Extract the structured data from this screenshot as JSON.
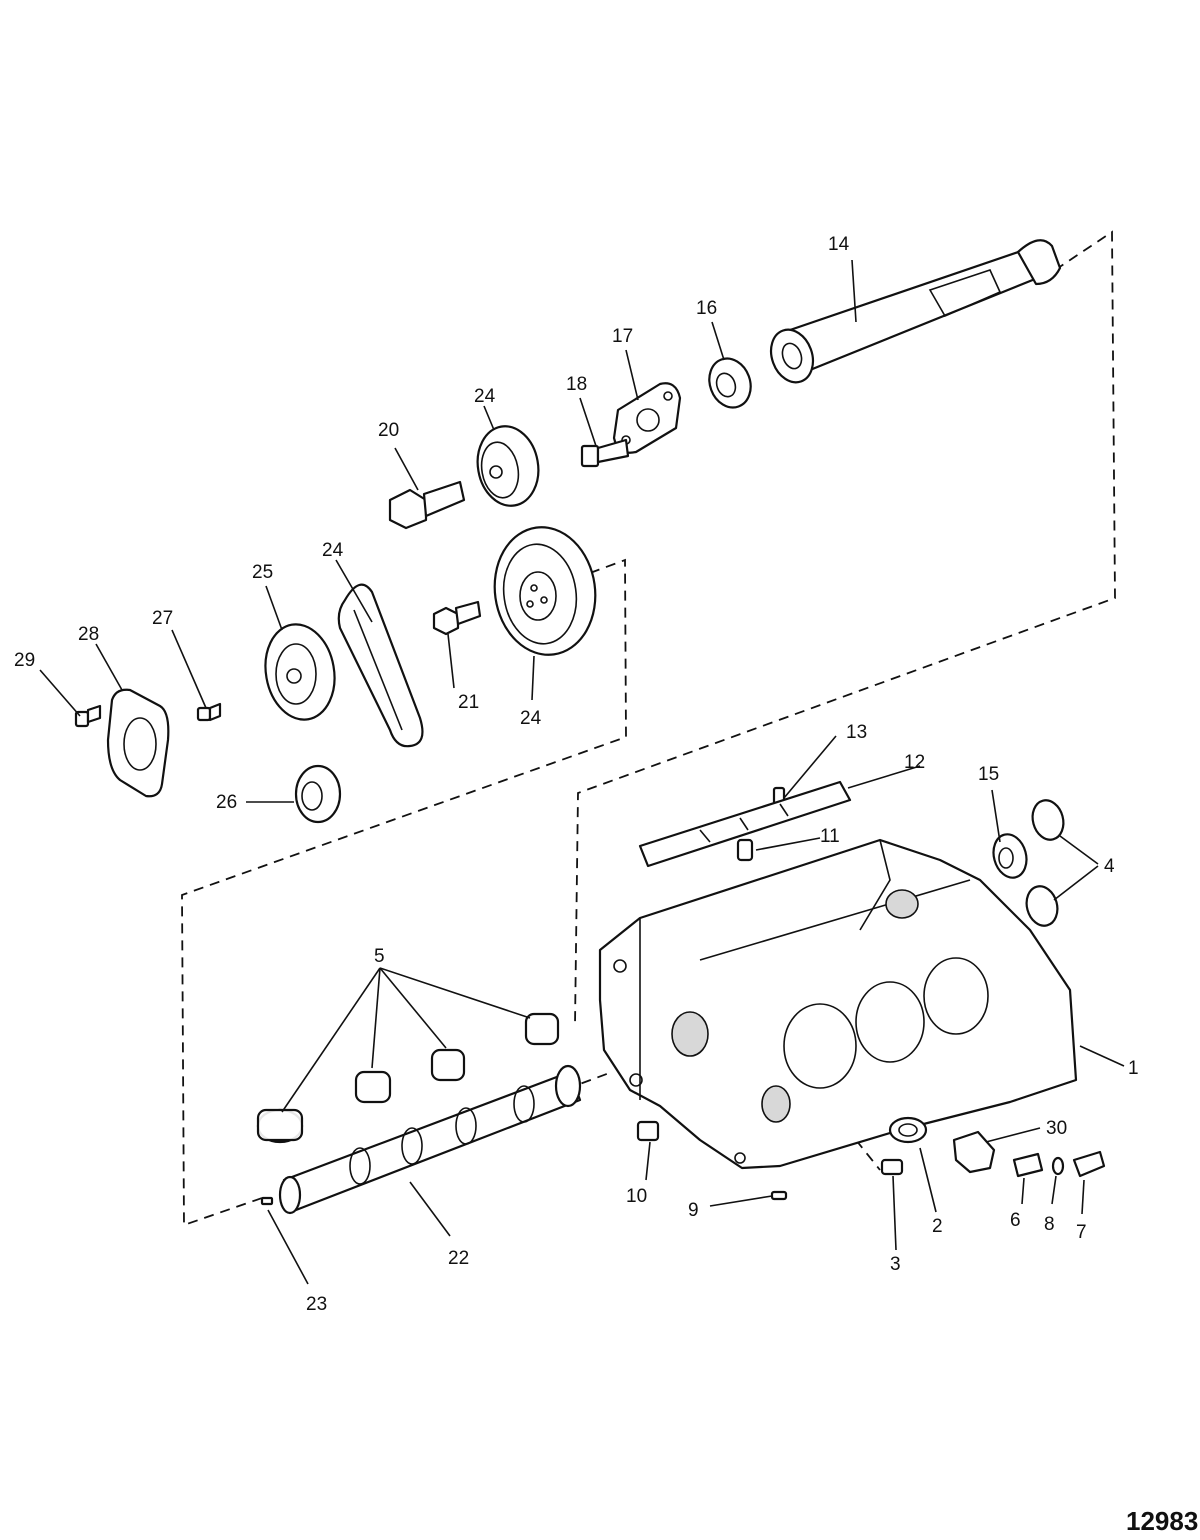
{
  "figure_number": "12983",
  "callouts": [
    {
      "id": "c1",
      "text": "1"
    },
    {
      "id": "c2",
      "text": "2"
    },
    {
      "id": "c3",
      "text": "3"
    },
    {
      "id": "c4",
      "text": "4"
    },
    {
      "id": "c5",
      "text": "5"
    },
    {
      "id": "c6",
      "text": "6"
    },
    {
      "id": "c7",
      "text": "7"
    },
    {
      "id": "c8",
      "text": "8"
    },
    {
      "id": "c9",
      "text": "9"
    },
    {
      "id": "c10",
      "text": "10"
    },
    {
      "id": "c11",
      "text": "11"
    },
    {
      "id": "c12",
      "text": "12"
    },
    {
      "id": "c13",
      "text": "13"
    },
    {
      "id": "c14",
      "text": "14"
    },
    {
      "id": "c15",
      "text": "15"
    },
    {
      "id": "c16",
      "text": "16"
    },
    {
      "id": "c17",
      "text": "17"
    },
    {
      "id": "c18",
      "text": "18"
    },
    {
      "id": "c20",
      "text": "20"
    },
    {
      "id": "c21",
      "text": "21"
    },
    {
      "id": "c22",
      "text": "22"
    },
    {
      "id": "c23",
      "text": "23"
    },
    {
      "id": "c24a",
      "text": "24"
    },
    {
      "id": "c24b",
      "text": "24"
    },
    {
      "id": "c24c",
      "text": "24"
    },
    {
      "id": "c25",
      "text": "25"
    },
    {
      "id": "c26",
      "text": "26"
    },
    {
      "id": "c27",
      "text": "27"
    },
    {
      "id": "c28",
      "text": "28"
    },
    {
      "id": "c29",
      "text": "29"
    },
    {
      "id": "c30",
      "text": "30"
    }
  ]
}
